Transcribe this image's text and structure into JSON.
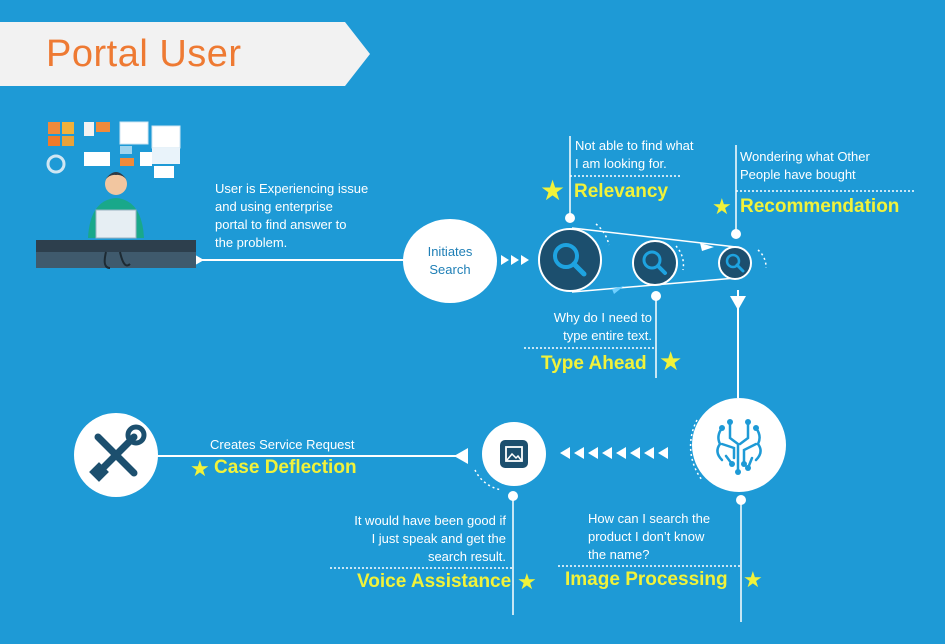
{
  "banner": {
    "title": "Portal User"
  },
  "colors": {
    "background": "#1e9ad6",
    "accent_orange": "#ee7a33",
    "label_yellow": "#f1f23a",
    "node_dark": "#1c4f6e"
  },
  "intro": {
    "text_lines": [
      "User is Experiencing issue",
      "and using enterprise",
      "portal to find answer to",
      "the problem."
    ]
  },
  "initiates": {
    "line1": "Initiates",
    "line2": "Search"
  },
  "relevancy": {
    "desc_lines": [
      "Not able to find what",
      "I am looking for."
    ],
    "label": "Relevancy",
    "icon": "star-icon"
  },
  "recommendation": {
    "desc_lines": [
      "Wondering what Other",
      "People have bought"
    ],
    "label": "Recommendation",
    "icon": "star-icon"
  },
  "type_ahead": {
    "desc_lines": [
      "Why do I need to",
      "type entire text."
    ],
    "label": "Type Ahead",
    "icon": "star-icon"
  },
  "image_processing": {
    "desc_lines": [
      "How can I search the",
      "product  I don’t know",
      "the name?"
    ],
    "label": "Image Processing",
    "icon": "star-icon"
  },
  "voice_assistance": {
    "desc_lines": [
      "It would have been good if",
      "I just speak and get the",
      "search result."
    ],
    "label": "Voice Assistance",
    "icon": "star-icon"
  },
  "case_deflection": {
    "desc": "Creates Service Request",
    "label": "Case Deflection",
    "icon": "star-icon"
  },
  "icons": {
    "search": "magnifier-icon",
    "brain": "brain-circuit-icon",
    "image": "image-icon",
    "tools": "wrench-screwdriver-icon",
    "user": "user-at-desk-icon"
  }
}
